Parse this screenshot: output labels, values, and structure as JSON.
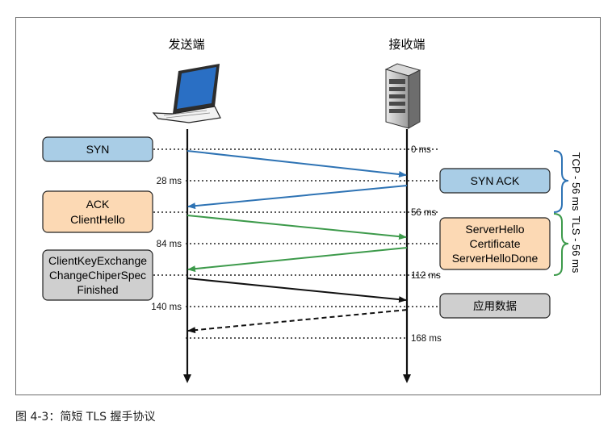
{
  "header": {
    "sender": "发送端",
    "receiver": "接收端"
  },
  "messages": {
    "syn": [
      "SYN"
    ],
    "syn_ack": [
      "SYN ACK"
    ],
    "ack_clienthello": [
      "ACK",
      "ClientHello"
    ],
    "server_hello": [
      "ServerHello",
      "Certificate",
      "ServerHelloDone"
    ],
    "client_key": [
      "ClientKeyExchange",
      "ChangeChiperSpec",
      "Finished"
    ],
    "app_data": [
      "应用数据"
    ]
  },
  "times": {
    "t0": "0 ms",
    "t28": "28 ms",
    "t56": "56 ms",
    "t84": "84 ms",
    "t112": "112 ms",
    "t140": "140 ms",
    "t168": "168 ms"
  },
  "phases": {
    "tcp": "TCP - 56 ms",
    "tls": "TLS - 56 ms"
  },
  "caption": "图 4-3：简短 TLS 握手协议",
  "colors": {
    "blue_box": "#a9cde6",
    "orange_box": "#fcd9b4",
    "gray_box": "#cfcfcf",
    "blue_arrow": "#2e73b4",
    "green_arrow": "#3d9a4b",
    "black_arrow": "#111111",
    "brace": "#2e73b4",
    "brace_tls": "#3d9a4b"
  },
  "icons": {
    "sender_icon": "laptop-icon",
    "receiver_icon": "server-tower-icon"
  }
}
